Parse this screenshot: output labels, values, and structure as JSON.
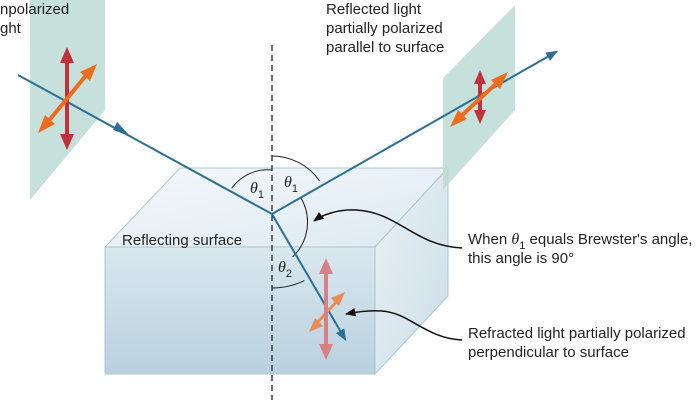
{
  "labels": {
    "unpolarized": [
      "npolarized",
      "ght"
    ],
    "reflected": [
      "Reflected light",
      "partially polarized",
      "parallel to surface"
    ],
    "surface": "Reflecting surface",
    "brewster_prefix": "When ",
    "brewster_symbol": "θ",
    "brewster_sub": "1",
    "brewster_suffix": " equals Brewster's angle,",
    "brewster_line2": "this angle is 90°",
    "refracted": [
      "Refracted light partially polarized",
      "perpendicular to surface"
    ]
  },
  "angles": {
    "theta": "θ",
    "incident_sub": "1",
    "reflected_sub": "1",
    "refracted_sub": "2"
  },
  "colors": {
    "ray": "#2b6f93",
    "vertical_arrow": "#c2303c",
    "horizontal_arrow": "#ee6c1e",
    "refracted_arrow": "#db7f86",
    "polarizer": "#bcdad5",
    "block_top": "#e9f2f6",
    "block_front": "#cfe1eb",
    "block_side": "#dde9f0",
    "edge": "#8fb2c4"
  }
}
